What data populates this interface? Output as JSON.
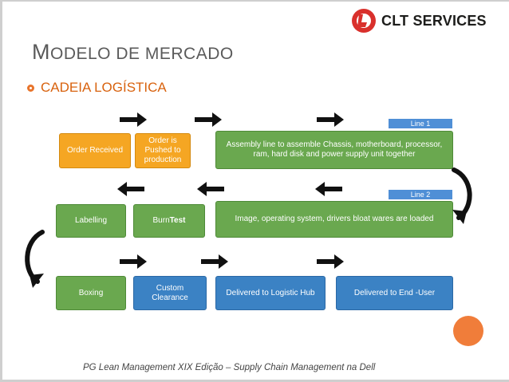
{
  "header": {
    "logo_text": "CLT SERVICES",
    "title_first": "M",
    "title_rest": "ODELO DE MERCADO",
    "bullet": "CADEIA LOGÍSTICA"
  },
  "diagram": {
    "line1_label": "Line 1",
    "line2_label": "Line 2",
    "row1": {
      "box1": "Order Received",
      "box2": "Order is Pushed to production",
      "box3": "Assembly line to assemble Chassis, motherboard, processor, ram, hard disk and power supply unit together"
    },
    "row2": {
      "box1": "Labelling",
      "box2_plain": "Burn ",
      "box2_bold": "Test",
      "box3": "Image, operating system, drivers bloat wares are loaded"
    },
    "row3": {
      "box1": "Boxing",
      "box2": "Custom Clearance",
      "box3": "Delivered to Logistic Hub",
      "box4": "Delivered to End -User"
    },
    "colors": {
      "green": "#6aa84f",
      "orange": "#f5a623",
      "blue": "#3b82c4",
      "accent": "#e8742b"
    }
  },
  "footer": {
    "text": "PG Lean Management XIX Edição – Supply Chain Management na Dell"
  }
}
